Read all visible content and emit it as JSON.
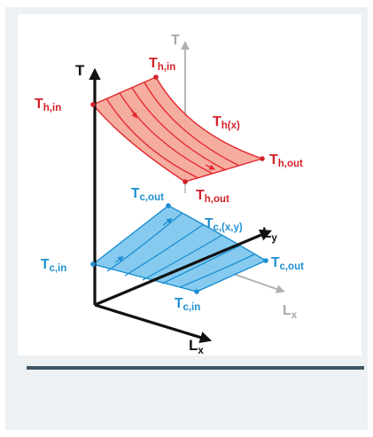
{
  "colors": {
    "background": "#ffffff",
    "panel": "#eef1f3",
    "hot_fill": "#f4a99a",
    "hot_line": "#e5262d",
    "hot_text": "#d4202a",
    "cold_fill": "#7fc8ee",
    "cold_line": "#1b8ed3",
    "cold_text": "#1c8fd0",
    "axis": "#111111",
    "axis_ghost": "#b0b0b0",
    "divider": "#3f5563"
  },
  "axes": {
    "t_main": "T",
    "t_ghost": "T",
    "lx_main": {
      "base": "L",
      "sub": "x"
    },
    "lx_ghost": {
      "base": "L",
      "sub": "x"
    },
    "ly": {
      "base": "L",
      "sub": "y"
    }
  },
  "hot": {
    "inlet_top": {
      "base": "T",
      "sub": "h,in"
    },
    "inlet_left": {
      "base": "T",
      "sub": "h,in"
    },
    "profile": {
      "base": "T",
      "sub": "h(x)"
    },
    "outlet_right": {
      "base": "T",
      "sub": "h,out"
    },
    "outlet_bottom": {
      "base": "T",
      "sub": "h,out"
    }
  },
  "cold": {
    "outlet_top": {
      "base": "T",
      "sub": "c,out"
    },
    "profile": {
      "base": "T",
      "sub": "c,(x,y)"
    },
    "inlet_left": {
      "base": "T",
      "sub": "c,in"
    },
    "outlet_right": {
      "base": "T",
      "sub": "c,out"
    },
    "inlet_bottom": {
      "base": "T",
      "sub": "c,in"
    }
  }
}
